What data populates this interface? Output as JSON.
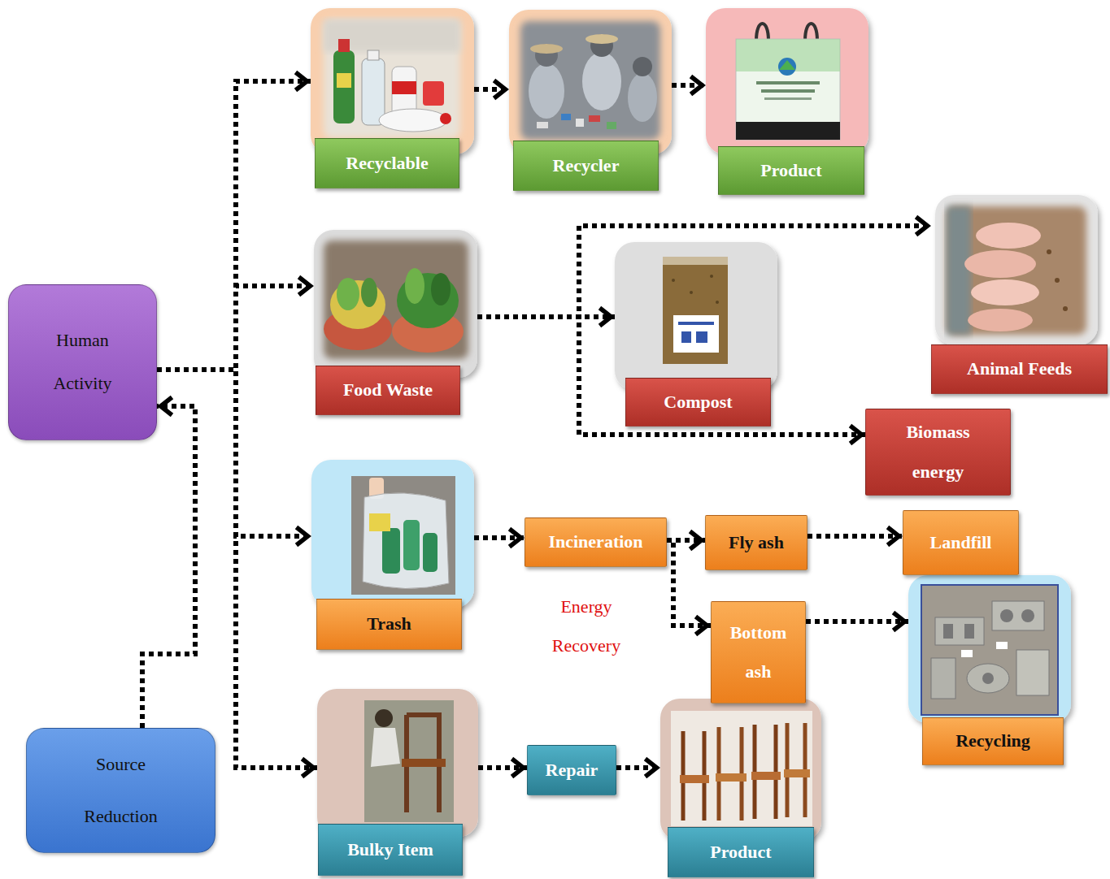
{
  "diagram": {
    "nodes": [
      {
        "text": [
          "Human Activity"
        ]
      },
      {
        "text": [
          "Recyclable"
        ]
      },
      {
        "text": [
          "Recycler"
        ]
      },
      {
        "text": [
          "Product"
        ]
      },
      {
        "text": [
          "Food Waste"
        ]
      },
      {
        "text": [
          "Compost"
        ]
      },
      {
        "text": [
          "Animal Feeds"
        ]
      },
      {
        "text": [
          "Biomass energy"
        ]
      },
      {
        "text": [
          "Trash"
        ]
      },
      {
        "text": [
          "Incineration"
        ]
      },
      {
        "text": [
          "Fly ash"
        ]
      },
      {
        "text": [
          "Landfill"
        ]
      },
      {
        "text": [
          "Bottom ash"
        ]
      },
      {
        "text": [
          "Recycling"
        ]
      },
      {
        "text": [
          "Source Reduction"
        ]
      },
      {
        "text": [
          "Bulky Item"
        ]
      },
      {
        "text": [
          "Repair"
        ]
      },
      {
        "text": [
          "Product"
        ]
      }
    ],
    "edges": [
      {
        "from": 0,
        "to": 1,
        "arrow": "to"
      },
      {
        "from": 0,
        "to": 4,
        "arrow": "to"
      },
      {
        "from": 0,
        "to": 8,
        "arrow": "to"
      },
      {
        "from": 0,
        "to": 15,
        "arrow": "to"
      },
      {
        "from": 14,
        "to": 0,
        "arrow": "to"
      },
      {
        "from": 1,
        "to": 2,
        "arrow": "to"
      },
      {
        "from": 2,
        "to": 3,
        "arrow": "to"
      },
      {
        "from": 4,
        "to": 5,
        "arrow": "to"
      },
      {
        "from": 4,
        "to": 6,
        "arrow": "to"
      },
      {
        "from": 4,
        "to": 7,
        "arrow": "to"
      },
      {
        "from": 8,
        "to": 9,
        "arrow": "to"
      },
      {
        "from": 9,
        "to": 10,
        "arrow": "to"
      },
      {
        "from": 9,
        "to": 12,
        "arrow": "to"
      },
      {
        "from": 10,
        "to": 11,
        "arrow": "to"
      },
      {
        "from": 12,
        "to": 13,
        "arrow": "to"
      },
      {
        "from": 15,
        "to": 16,
        "arrow": "to"
      },
      {
        "from": 16,
        "to": 17,
        "arrow": "to"
      }
    ],
    "labels": [
      "Energy Recovery"
    ]
  }
}
